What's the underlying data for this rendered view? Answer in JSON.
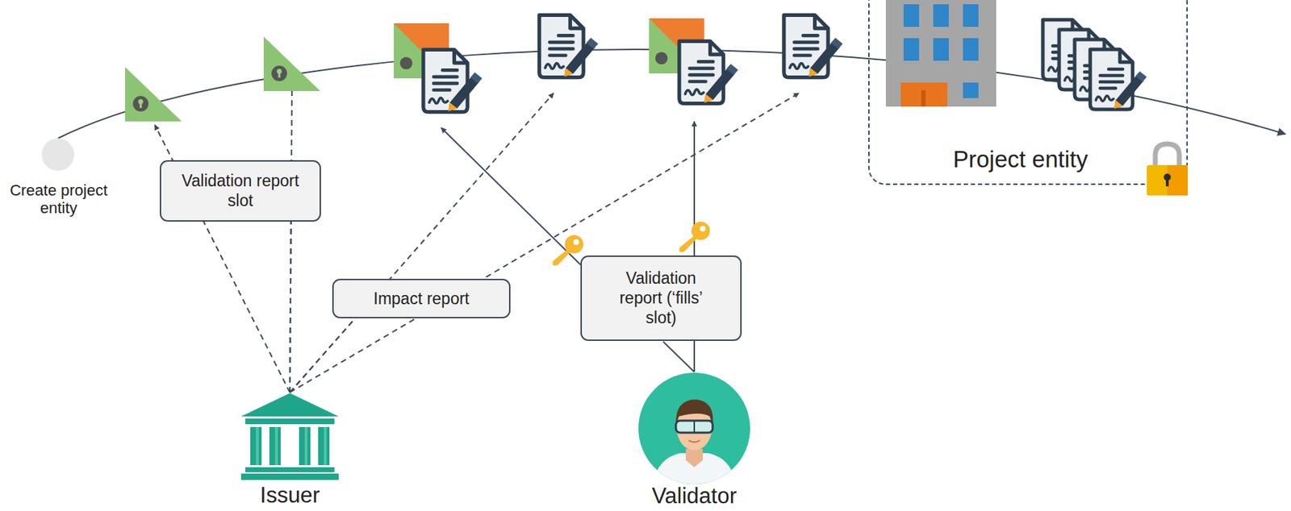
{
  "diagram": {
    "nodes": [
      {
        "text": [
          "Create project entity"
        ]
      },
      {
        "text": [
          "Validation report slot"
        ]
      },
      {
        "text": [
          "Impact report"
        ]
      },
      {
        "text": [
          "Validation report (‘fills’ slot)"
        ]
      },
      {
        "text": [
          "Issuer"
        ]
      },
      {
        "text": [
          "Validator"
        ]
      },
      {
        "text": [
          "Project entity"
        ]
      }
    ],
    "edges": [
      {
        "from": 4,
        "to": 1,
        "arrow": "none"
      },
      {
        "from": 4,
        "to": 2,
        "arrow": "none"
      },
      {
        "from": 5,
        "to": 3,
        "arrow": "none"
      }
    ]
  }
}
